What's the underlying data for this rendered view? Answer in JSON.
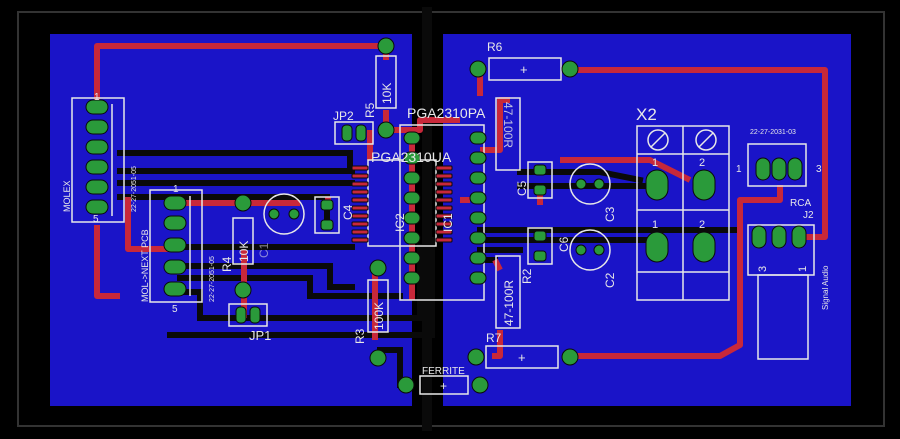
{
  "colors": {
    "background": "#000000",
    "copper_bottom": "#1a14c8",
    "trace_bottom": "#0a0a0a",
    "trace_top": "#c8283a",
    "pad": "#2a9a3a",
    "silkscreen": "#e8e8e8"
  },
  "labels": {
    "molex": "MOLEX",
    "molex_part": "22-27-2051-05",
    "mol_next": "MOL->NEXT PCB",
    "mol_next_part": "22-27-2051-05",
    "jp1": "JP1",
    "jp2": "JP2",
    "r3": "R3",
    "r3_val": "100K",
    "r4": "R4",
    "r4_val": "10K",
    "r5": "R5",
    "r5_val": "10K",
    "r6": "R6",
    "r7": "R7",
    "r1_val": "47-100R",
    "r2": "R2",
    "r2_val": "47-100R",
    "c1": "C1",
    "c2": "C2",
    "c3": "C3",
    "c4": "C4",
    "c5": "C5",
    "c6": "C6",
    "ic1": "IC1",
    "ic2": "IC2",
    "pga_pa": "PGA2310PA",
    "pga_ua": "PGA2310UA",
    "x2": "X2",
    "rca_part": "22-27-2031-03",
    "rca": "RCA",
    "j2": "J2",
    "signal_audio": "Signal Audio",
    "ferrite": "FERRITE",
    "pin1": "1",
    "pin2": "2",
    "pin3": "3",
    "pin5": "5",
    "plus": "+"
  }
}
